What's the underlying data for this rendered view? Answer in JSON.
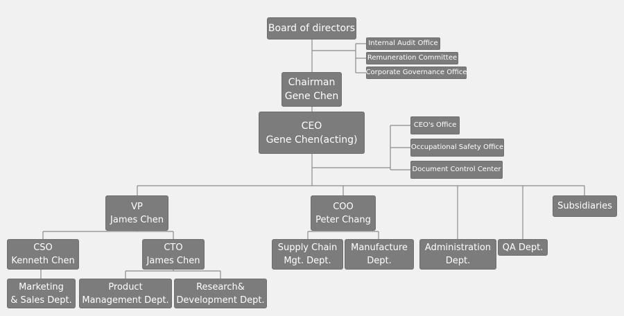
{
  "nodes": {
    "board": [
      "Board of directors"
    ],
    "internal_audit": [
      "Internal Audit Office"
    ],
    "remuneration": [
      "Remuneration Committee"
    ],
    "governance": [
      "Corporate Governance Office"
    ],
    "chairman": [
      "Chairman",
      "Gene Chen"
    ],
    "ceo": [
      "CEO",
      "Gene Chen(acting)"
    ],
    "ceo_office": [
      "CEO's Office"
    ],
    "safety": [
      "Occupational Safety Office"
    ],
    "doc_control": [
      "Document Control Center"
    ],
    "vp": [
      "VP",
      "James Chen"
    ],
    "coo": [
      "COO",
      "Peter Chang"
    ],
    "subsidiaries": [
      "Subsidiaries"
    ],
    "cso": [
      "CSO",
      "Kenneth Chen"
    ],
    "cto": [
      "CTO",
      "James Chen"
    ],
    "supply_chain": [
      "Supply  Chain",
      "Mgt. Dept."
    ],
    "manufacture": [
      "Manufacture",
      "Dept."
    ],
    "administration": [
      "Administration",
      "Dept."
    ],
    "qa": [
      "QA Dept."
    ],
    "marketing": [
      "Marketing",
      "& Sales Dept."
    ],
    "product_mgmt": [
      "Product",
      "Management Dept."
    ],
    "rnd": [
      "Research&",
      "Development Dept."
    ]
  },
  "colors": {
    "box_fill": "#7c7c7c",
    "box_text": "#ffffff",
    "connector": "#8a8a8a",
    "background": "#f1f1f1"
  }
}
